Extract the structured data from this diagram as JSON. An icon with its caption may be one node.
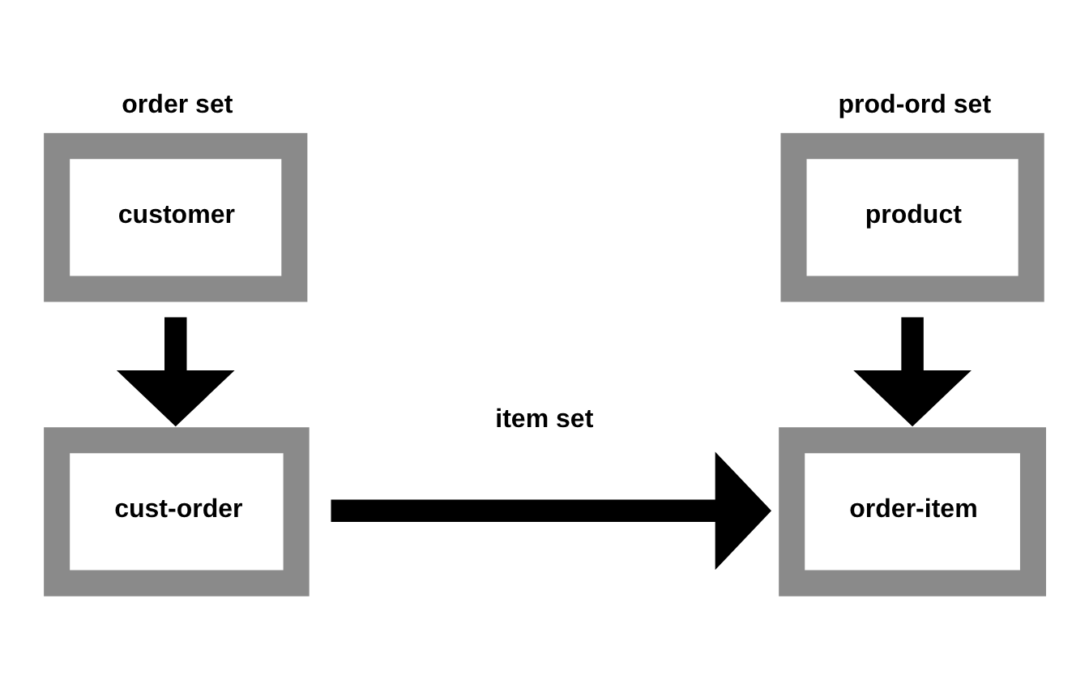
{
  "diagram": {
    "nodes": [
      {
        "text": [
          "customer"
        ],
        "beside": [
          "order set"
        ]
      },
      {
        "text": [
          "cust-order"
        ]
      },
      {
        "text": [
          "product"
        ],
        "beside": [
          "prod-ord set"
        ]
      },
      {
        "text": [
          "order-item"
        ]
      }
    ],
    "edges": [
      {
        "from": 0,
        "to": 1,
        "arrow": "to"
      },
      {
        "from": 2,
        "to": 3,
        "arrow": "to"
      },
      {
        "from": 1,
        "to": 3,
        "arrow": "to",
        "label": "item set"
      }
    ]
  }
}
